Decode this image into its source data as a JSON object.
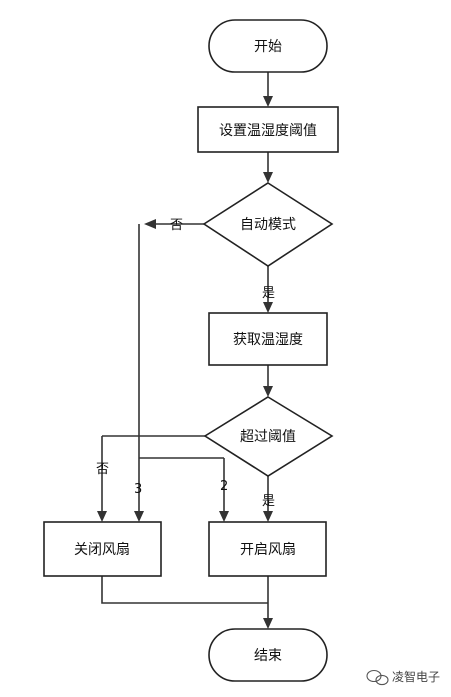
{
  "nodes": {
    "start": "开始",
    "set_threshold": "设置温湿度阈值",
    "auto_mode": "自动模式",
    "get_temp_humidity": "获取温湿度",
    "exceed_threshold": "超过阈值",
    "fan_off": "关闭风扇",
    "fan_on": "开启风扇",
    "end": "结束"
  },
  "edges": {
    "auto_no": "否",
    "auto_yes": "是",
    "exceed_no": "否",
    "exceed_yes": "是",
    "path_3": "3",
    "path_2": "2"
  },
  "watermark": {
    "text": "凌智电子",
    "icon": "wechat-icon"
  }
}
